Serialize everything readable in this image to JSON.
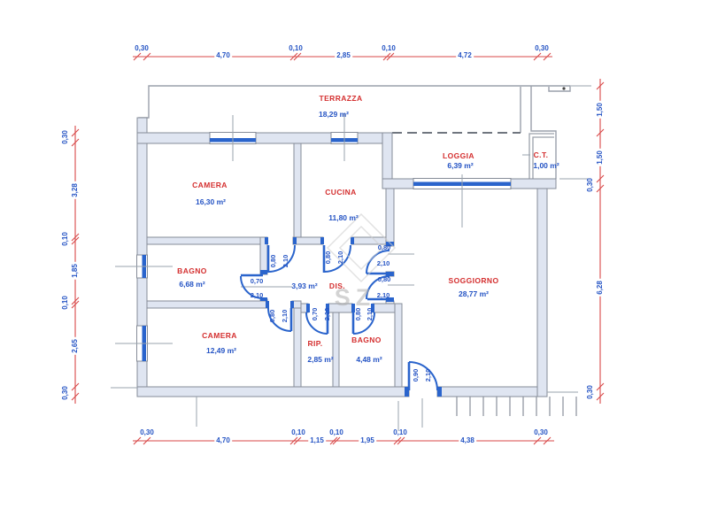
{
  "plan": {
    "watermark_text": "SZ",
    "rooms": [
      {
        "name": "TERRAZZA",
        "area": "18,29 m²"
      },
      {
        "name": "CAMERA",
        "area": "16,30 m²"
      },
      {
        "name": "CUCINA",
        "area": "11,80 m²"
      },
      {
        "name": "LOGGIA",
        "area": "6,39 m²"
      },
      {
        "name": "C.T.",
        "area": "1,00 m²"
      },
      {
        "name": "SOGGIORNO",
        "area": "28,77 m²"
      },
      {
        "name": "BAGNO",
        "area": "6,68 m²"
      },
      {
        "name": "CAMERA",
        "area": "12,49 m²"
      },
      {
        "name": "DIS.",
        "area": "3,93 m²"
      },
      {
        "name": "RIP.",
        "area": "2,85 m²"
      },
      {
        "name": "BAGNO",
        "area": "4,48 m²"
      }
    ],
    "dims": {
      "top": [
        "0,30",
        "4,70",
        "0,10",
        "2,85",
        "0,10",
        "4,72",
        "0,30"
      ],
      "bottom": [
        "0,30",
        "4,70",
        "0,10",
        "1,15",
        "0,10",
        "1,95",
        "0,10",
        "4,38",
        "0,30"
      ],
      "left": [
        "0,30",
        "3,28",
        "0,10",
        "1,85",
        "0,10",
        "2,65",
        "0,30"
      ],
      "right": [
        "1,50",
        "1,50",
        "0,30",
        "6,28",
        "0,30"
      ]
    },
    "doors": [
      {
        "id": "camera-door",
        "w": "0,80",
        "h": "2,10"
      },
      {
        "id": "cucina-door",
        "w": "0,80",
        "h": "2,10"
      },
      {
        "id": "bagno-door",
        "w": "0,70",
        "h": "2,10"
      },
      {
        "id": "camera2-door",
        "w": "0,80",
        "h": "2,10"
      },
      {
        "id": "rip-door",
        "w": "0,70",
        "h": "2,10"
      },
      {
        "id": "bagno2-door",
        "w": "0,80",
        "h": "2,10"
      },
      {
        "id": "soggiorno-upper-door",
        "w": "0,80",
        "h": "2,10"
      },
      {
        "id": "soggiorno-lower-door",
        "w": "0,80",
        "h": "2,10"
      },
      {
        "id": "entry-door",
        "w": "0,90",
        "h": "2,10"
      }
    ],
    "colors": {
      "dimension_line": "#d84848",
      "dimension_text": "#2453c4",
      "room_label": "#d42f2f",
      "fixture": "#2a64cc",
      "wall_fill": "#dfe5f1"
    }
  }
}
